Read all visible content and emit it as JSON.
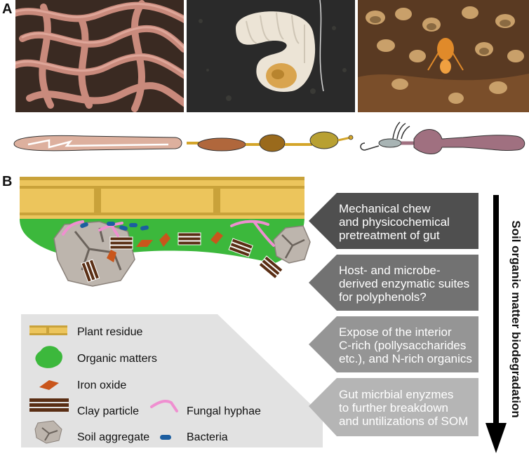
{
  "panels": {
    "a": "A",
    "b": "B"
  },
  "photos": [
    {
      "subject": "earthworms",
      "colors": {
        "bg": "#3a2a22",
        "body": "#c98a7c"
      }
    },
    {
      "subject": "beetle-larva",
      "colors": {
        "bg": "#2a2a2a",
        "body": "#ece4d6"
      }
    },
    {
      "subject": "termites",
      "colors": {
        "bg": "#5a3a22",
        "body": "#c9a06a"
      }
    }
  ],
  "steps": [
    "Mechanical chew\nand physicochemical\npretreatment of gut",
    "Host- and microbe-\nderived enzymatic suites\nfor polyphenols?",
    "Expose of the interior\nC-rich (pollysaccharides\netc.), and N-rich organics",
    "Gut micrbial enyzmes\nto further breakdown\nand untilizations of SOM"
  ],
  "step_colors": [
    "#4f4f4f",
    "#727272",
    "#959595",
    "#b5b5b5"
  ],
  "arrow_label": "Soil organic matter biodegradation",
  "legend": {
    "plant_residue": "Plant residue",
    "organic_matters": "Organic matters",
    "iron_oxide": "Iron oxide",
    "clay_particle": "Clay particle",
    "soil_aggregate": "Soil aggregate",
    "fungal_hyphae": "Fungal hyphae",
    "bacteria": "Bacteria"
  },
  "colors": {
    "plant": "#ecc55c",
    "plant_line": "#c9a23a",
    "organic": "#3cb83c",
    "iron": "#c9561c",
    "clay": "#5a2e14",
    "aggregate": "#bdb5ad",
    "hyphae": "#ef8fd0",
    "bacteria": "#1c5ea0",
    "legend_bg": "#e2e2e2"
  }
}
